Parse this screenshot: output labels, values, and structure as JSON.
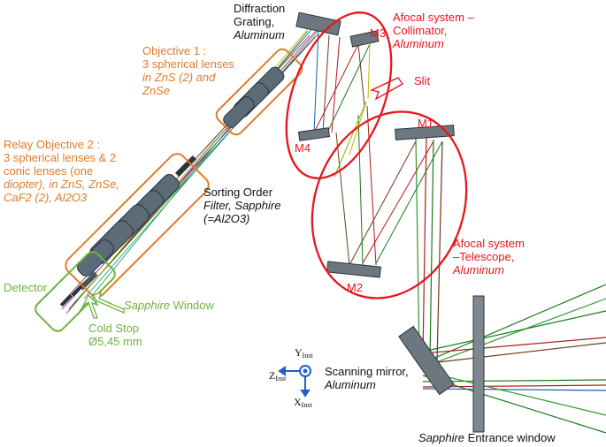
{
  "colors": {
    "objective": "#e07b26",
    "afocal": "#e8151b",
    "detector": "#6fb23f",
    "axes": "#1f5fc9"
  },
  "labels": {
    "diffraction": {
      "line1": "Diffraction",
      "line2": "Grating,",
      "line3": "Aluminum"
    },
    "afocal_collimator": {
      "line1": "Afocal system –",
      "line2": "Collimator,",
      "line3": "Aluminum"
    },
    "slit": "Slit",
    "m1": "M1",
    "m2": "M2",
    "m3": "M3",
    "m4": "M4",
    "objective1": {
      "line1": "Objective 1 :",
      "line2": "3 spherical lenses",
      "line3": "in ZnS (2) and",
      "line4": "ZnSe"
    },
    "relay": {
      "line1": "Relay Objective 2 :",
      "line2": "3 spherical lenses & 2",
      "line3": "conic lenses (one",
      "line4": "diopter), in ZnS, ZnSe,",
      "line5": "CaF2 (2), Al2O3"
    },
    "sorting": {
      "line1": "Sorting Order",
      "line2": "Filter, Sapphire",
      "line3": "(=Al2O3)"
    },
    "telescope": {
      "line1": "Afocal system",
      "line2": "–Telescope,",
      "line3": "Aluminum"
    },
    "detector": "Detector",
    "sapphire_window": {
      "italic": "Sapphire",
      "rest": " Window"
    },
    "cold_stop": {
      "line1": "Cold Stop",
      "line2": "Ø5,45 mm"
    },
    "scanning": {
      "line1": "Scanning mirror,",
      "line2": "Aluminum"
    },
    "entrance": {
      "italic": "Sapphire",
      "rest": " Entrance window"
    },
    "axes": {
      "y": "Y",
      "z": "Z",
      "x": "X",
      "sub": "Inst"
    }
  }
}
